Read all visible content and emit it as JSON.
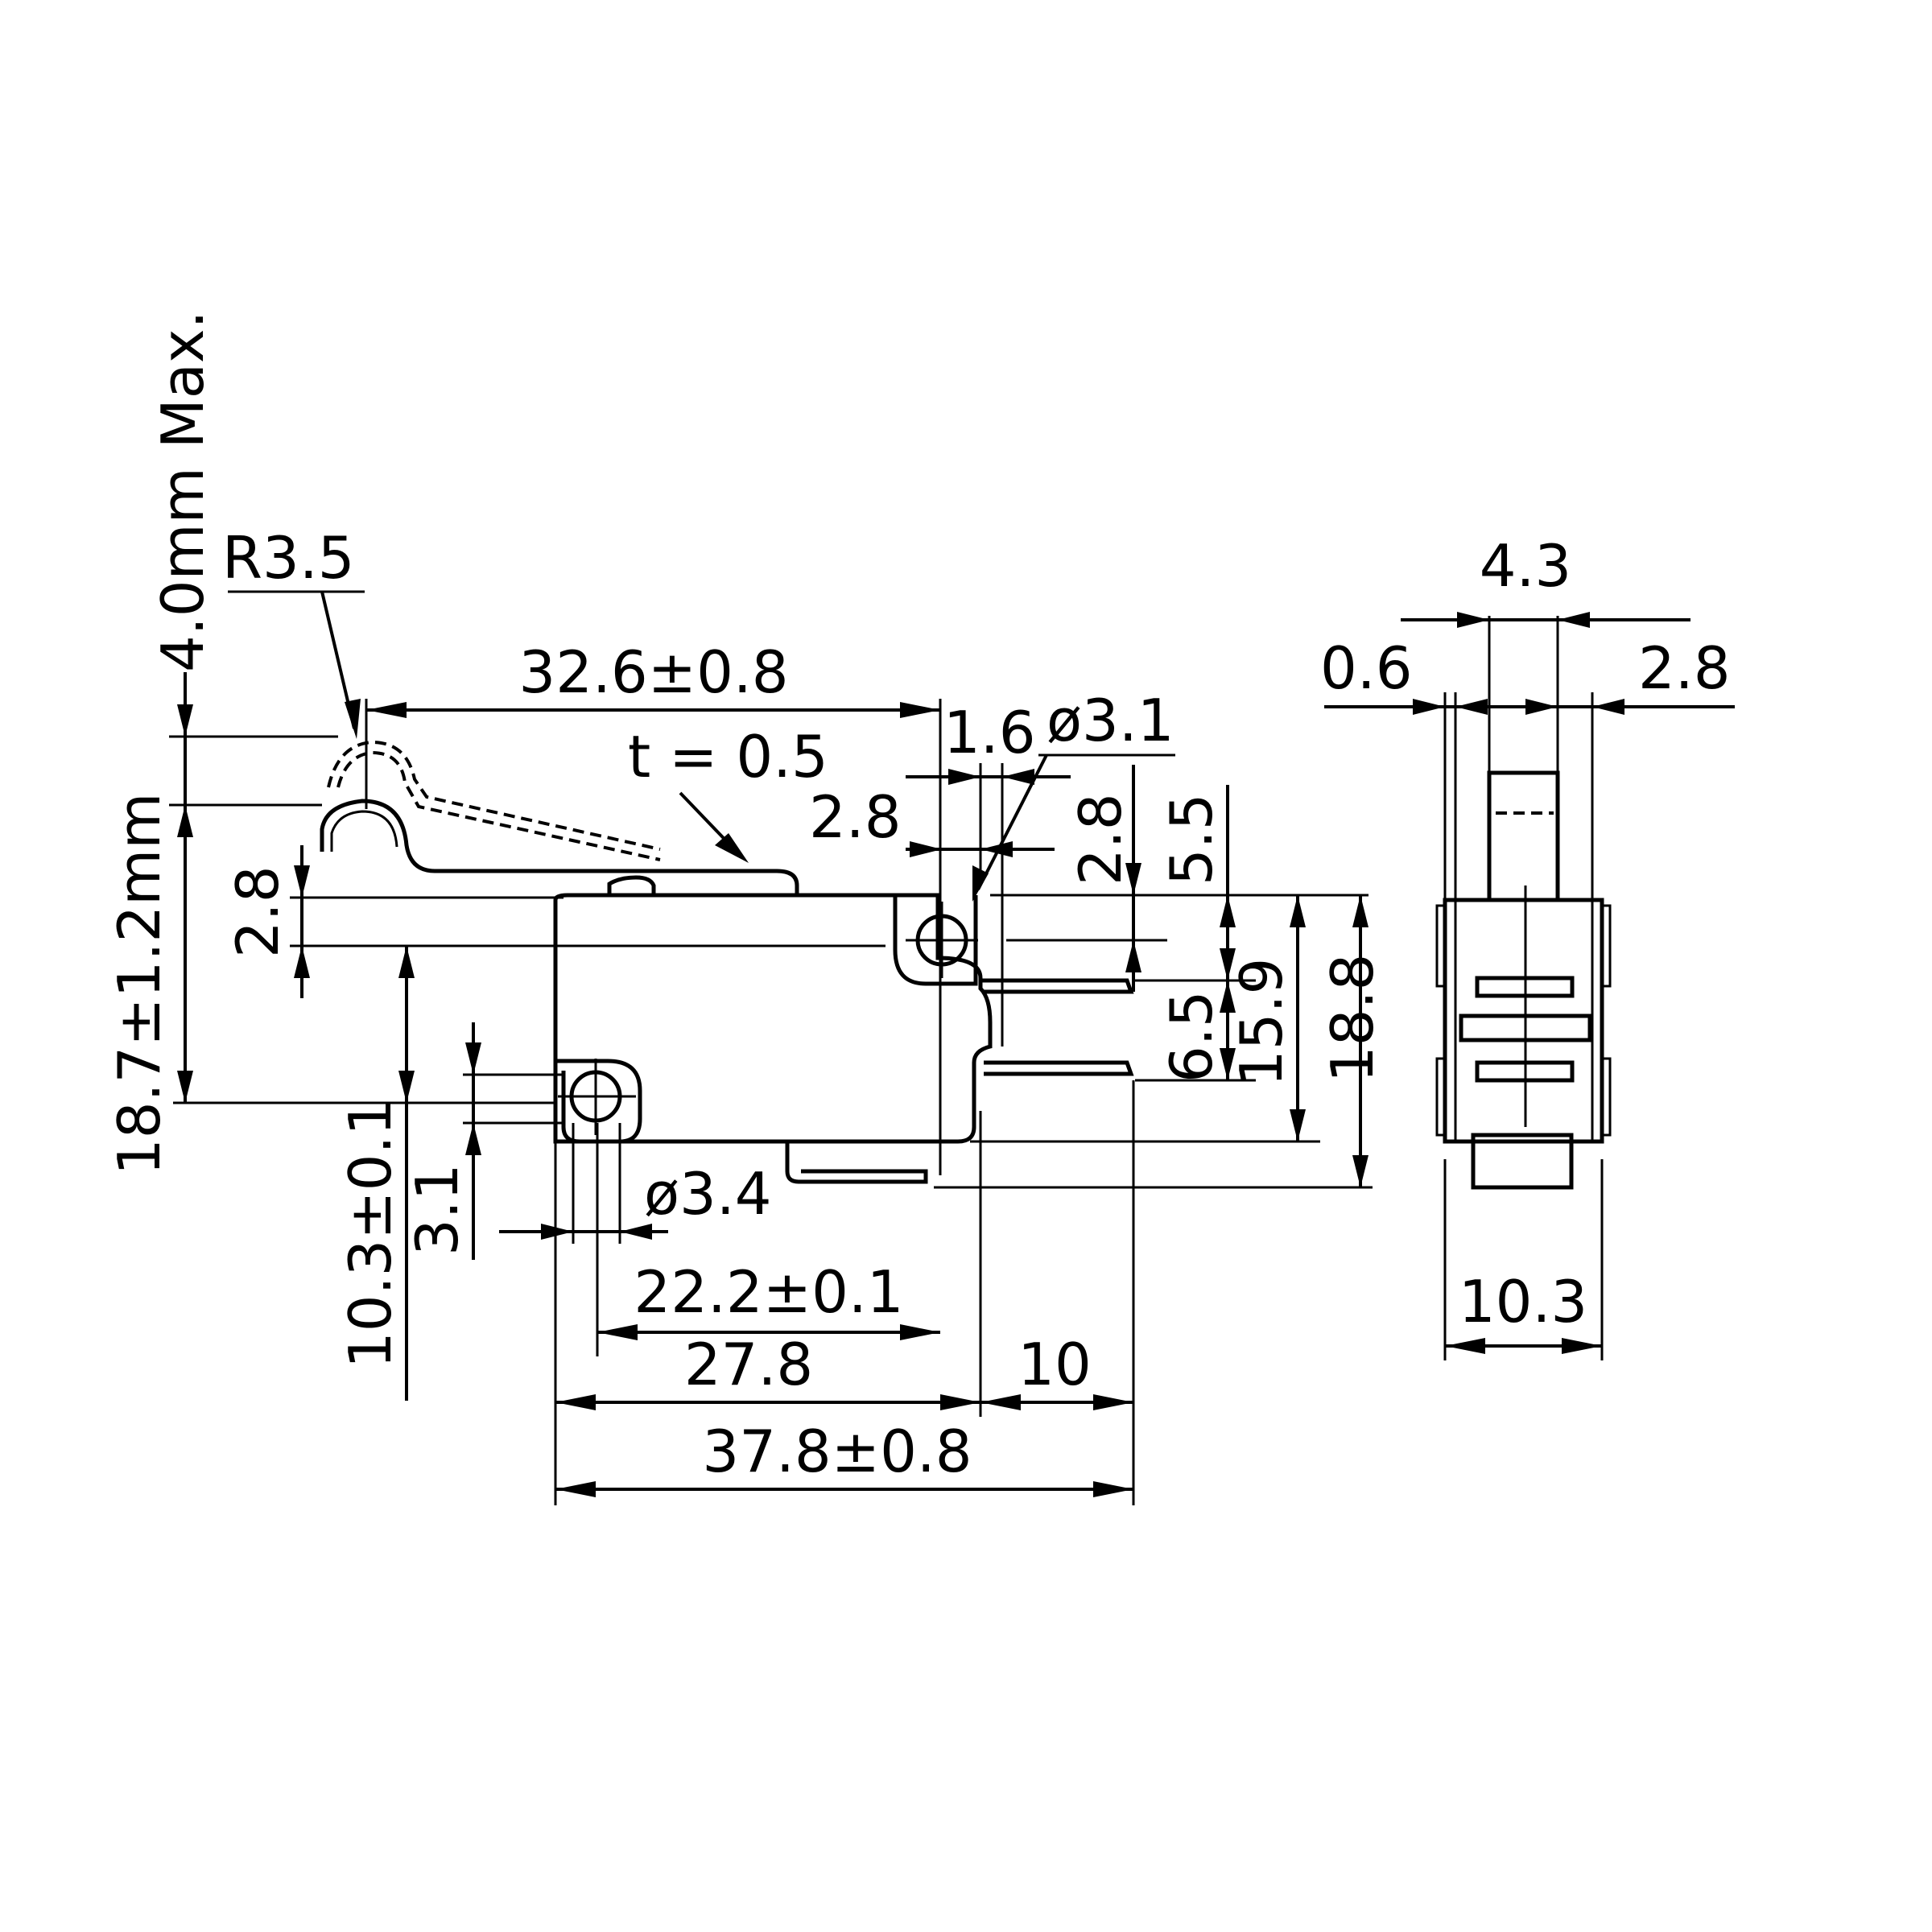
{
  "drawing": {
    "labels": {
      "max_stroke": "4.0mm Max.",
      "lever_radius": "R3.5",
      "lever_length": "32.6±0.8",
      "lever_thickness": "t = 0.5",
      "pin_offset": "1.6",
      "mount_hole_right": "ø3.1",
      "term_offset_h": "2.8",
      "term_offset_v": "2.8",
      "lever_height_v": "2.8",
      "dim_5_5": "5.5",
      "dim_6_5": "6.5",
      "dim_15_9": "15.9",
      "dim_18_8": "18.8",
      "operating_height": "18.7±1.2mm",
      "hole_pos_v": "10.3±0.1",
      "hole_offset_v": "3.1",
      "mount_hole_left": "ø3.4",
      "hole_spacing": "22.2±0.1",
      "body_length": "27.8",
      "terminal_length": "10",
      "overall_length": "37.8±0.8",
      "side_width_top": "4.3",
      "side_dim_0_6": "0.6",
      "side_dim_2_8": "2.8",
      "side_width": "10.3"
    }
  }
}
